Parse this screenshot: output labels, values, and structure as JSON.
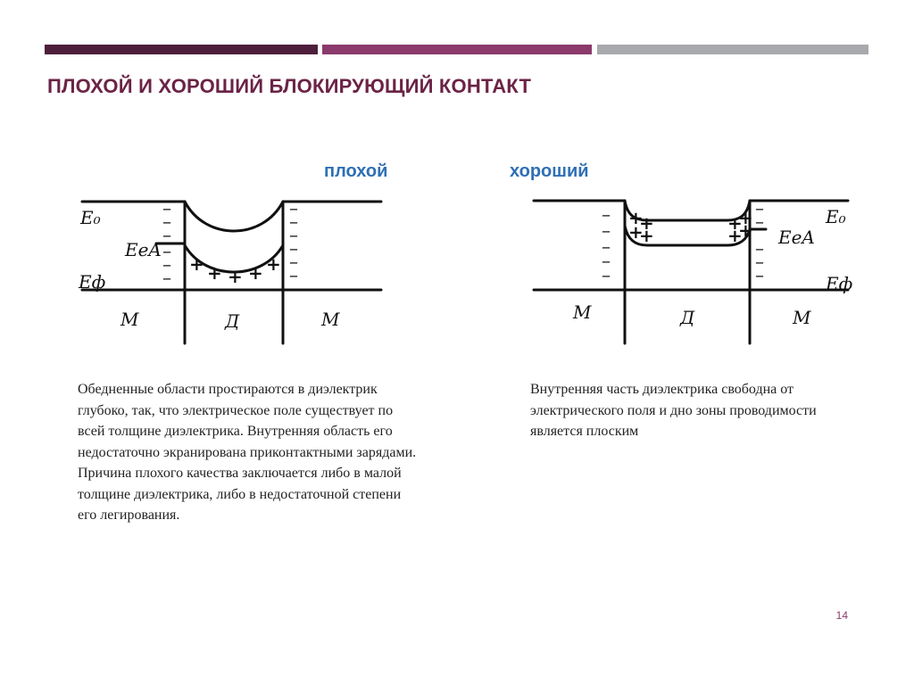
{
  "colors": {
    "bar_dark": "#4e1f3b",
    "bar_mid": "#8b3a6b",
    "bar_light": "#a7a9ac",
    "title": "#6b2346",
    "subtitle": "#2e6fb5",
    "page_number": "#8b3a6b"
  },
  "slide": {
    "title": "ПЛОХОЙ И ХОРОШИЙ БЛОКИРУЮЩИЙ КОНТАКТ",
    "page_number": "14"
  },
  "diagrams": {
    "bad": {
      "label": "плохой",
      "level_e0": "E₀",
      "level_eed": "EeA",
      "level_ef": "Eф",
      "region_left": "M",
      "region_middle": "Д",
      "region_right": "M",
      "minus": "–",
      "plus": "+",
      "description": "Обедненные области простираются в диэлектрик глубоко, так, что электрическое поле существует по всей толщине диэлектрика. Внутренняя область его недостаточно экранирована приконтактными зарядами. Причина плохого качества заключается либо в малой толщине диэлектрика, либо в недостаточной степени его легирования."
    },
    "good": {
      "label": "хороший",
      "level_e0": "E₀",
      "level_eed": "EeA",
      "level_ef": "Eф",
      "region_left": "M",
      "region_middle": "Д",
      "region_right": "M",
      "minus": "–",
      "plus": "+",
      "description": "Внутренняя часть диэлектрика свободна от электрического поля и дно зоны проводимости является плоским"
    }
  }
}
